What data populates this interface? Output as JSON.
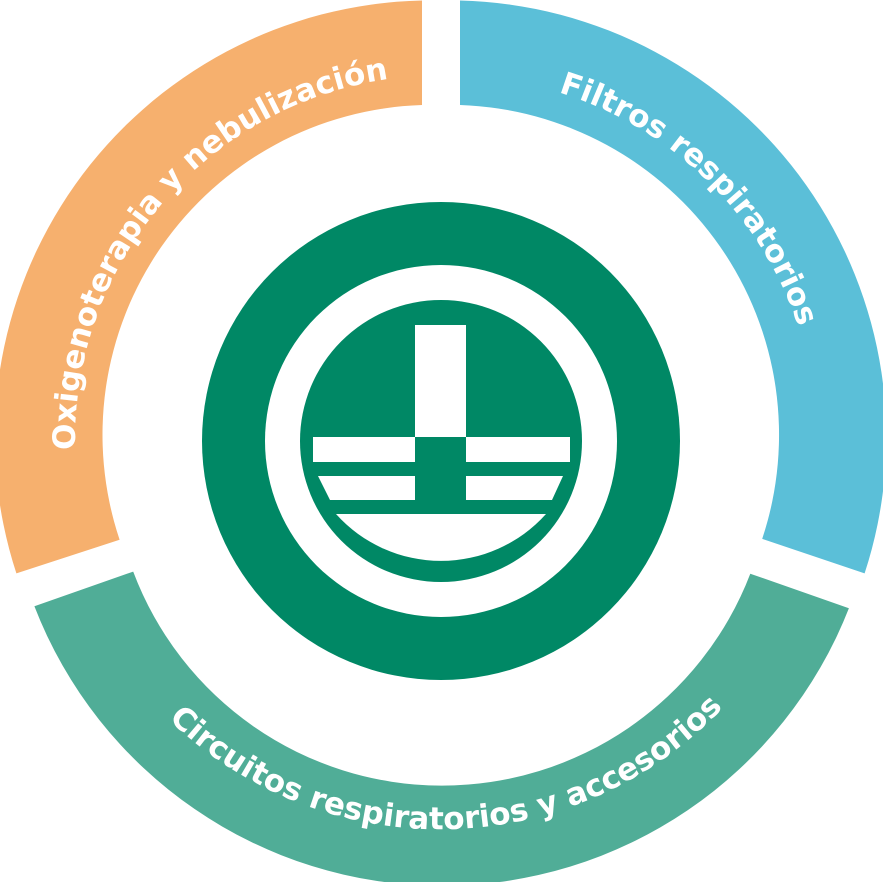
{
  "segments": [
    {
      "id": "oxygen",
      "label": "Oxigenoterapia y nebulización",
      "color": "#f6b06e"
    },
    {
      "id": "filters",
      "label": "Filtros respiratorios",
      "color": "#5bbfd8"
    },
    {
      "id": "circuits",
      "label": "Circuitos respiratorios y accesorios",
      "color": "#50ad97"
    }
  ],
  "colors": {
    "logo_green": "#008865",
    "background": "#ffffff"
  },
  "icons": {
    "center": "company-logo-icon"
  }
}
